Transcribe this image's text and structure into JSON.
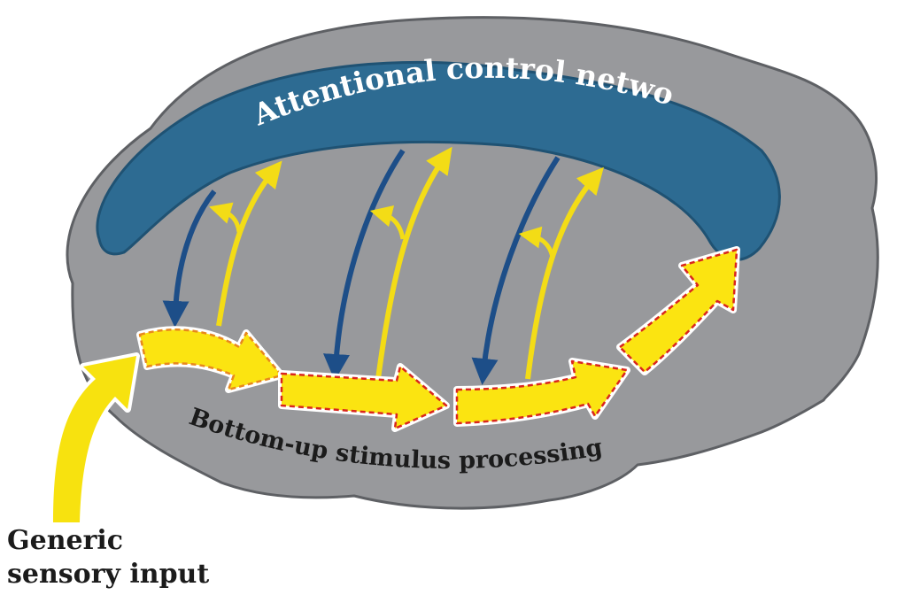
{
  "labels": {
    "network": "Attentional control network",
    "processing": "Bottom-up stimulus processing",
    "input_line1": "Generic",
    "input_line2": "sensory input"
  },
  "colors": {
    "brain": "#98999c",
    "brain_outline": "#5e6064",
    "network": "#2d6b92",
    "network_outline": "#1f5273",
    "topdown_arrow": "#1d4e88",
    "bottomup_arrow": "#f3dc16",
    "stage_arrow": "#fbe411",
    "dash_orange": "#e8871d",
    "dash_red": "#d9261c"
  }
}
